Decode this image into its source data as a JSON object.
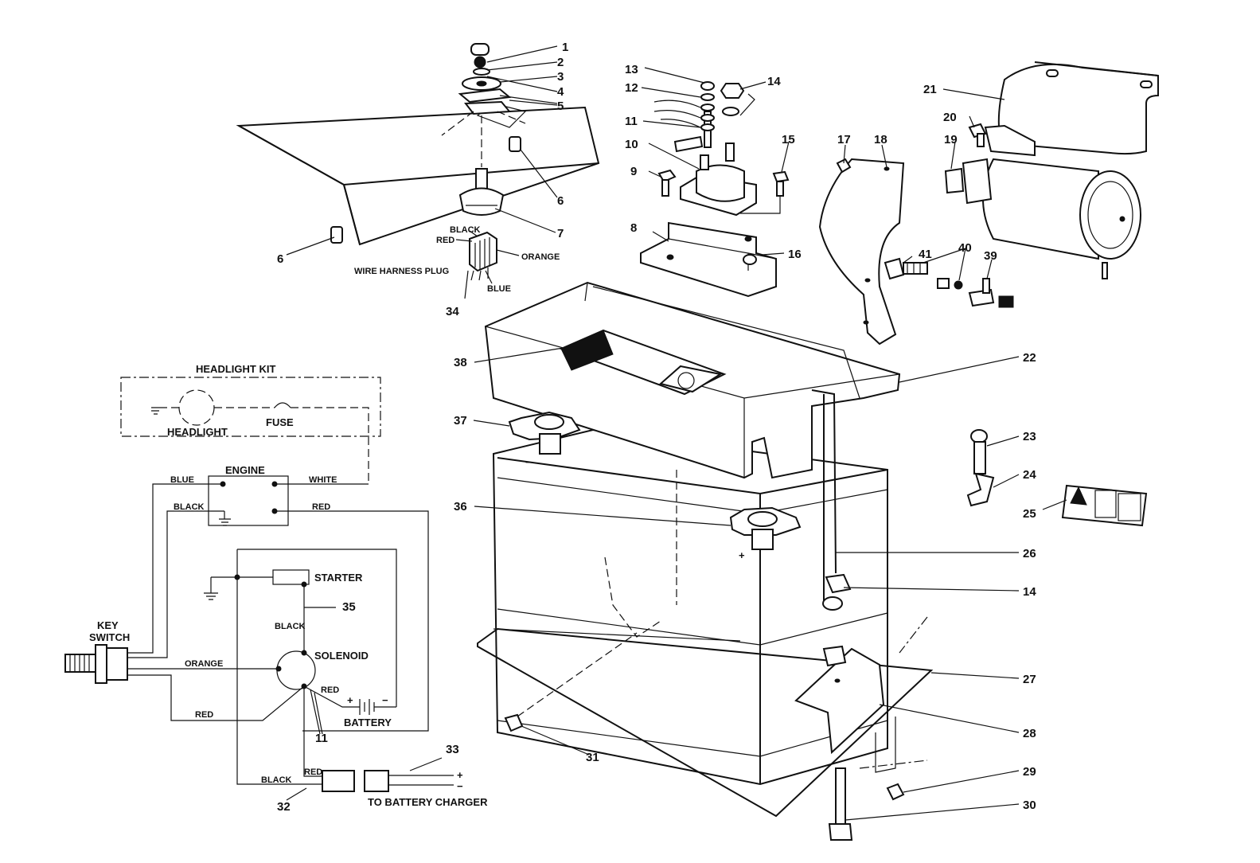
{
  "callouts": {
    "c1": "1",
    "c2": "2",
    "c3": "3",
    "c4": "4",
    "c5": "5",
    "c6a": "6",
    "c6b": "6",
    "c7": "7",
    "c8": "8",
    "c9": "9",
    "c10": "10",
    "c11": "11",
    "c12": "12",
    "c13": "13",
    "c14a": "14",
    "c14b": "14",
    "c15": "15",
    "c16": "16",
    "c17": "17",
    "c18": "18",
    "c19": "19",
    "c20": "20",
    "c21": "21",
    "c22": "22",
    "c23": "23",
    "c24": "24",
    "c25": "25",
    "c26": "26",
    "c27": "27",
    "c28": "28",
    "c29": "29",
    "c30": "30",
    "c31": "31",
    "c32": "32",
    "c33": "33",
    "c34": "34",
    "c35": "35",
    "c36": "36",
    "c37": "37",
    "c38": "38",
    "c39": "39",
    "c40": "40",
    "c41": "41",
    "c11b": "11"
  },
  "harness_plug": {
    "black": "BLACK",
    "red": "RED",
    "orange": "ORANGE",
    "blue": "BLUE",
    "label": "WIRE HARNESS PLUG"
  },
  "schematic": {
    "headlight_kit": "HEADLIGHT KIT",
    "headlight": "HEADLIGHT",
    "fuse": "FUSE",
    "engine": "ENGINE",
    "blue": "BLUE",
    "white": "WHITE",
    "black_engine": "BLACK",
    "red_engine": "RED",
    "starter": "STARTER",
    "black_starter": "BLACK",
    "key_switch_1": "KEY",
    "key_switch_2": "SWITCH",
    "orange": "ORANGE",
    "solenoid": "SOLENOID",
    "red_solenoid": "RED",
    "red_left": "RED",
    "battery": "BATTERY",
    "battery_plus": "+",
    "battery_minus": "−",
    "black_bottom": "BLACK",
    "red_bottom": "RED",
    "to_battery_charger": "TO BATTERY CHARGER",
    "charger_plus": "+",
    "charger_minus": "−"
  },
  "battery_marks": {
    "neg": "−",
    "pos": "+"
  }
}
